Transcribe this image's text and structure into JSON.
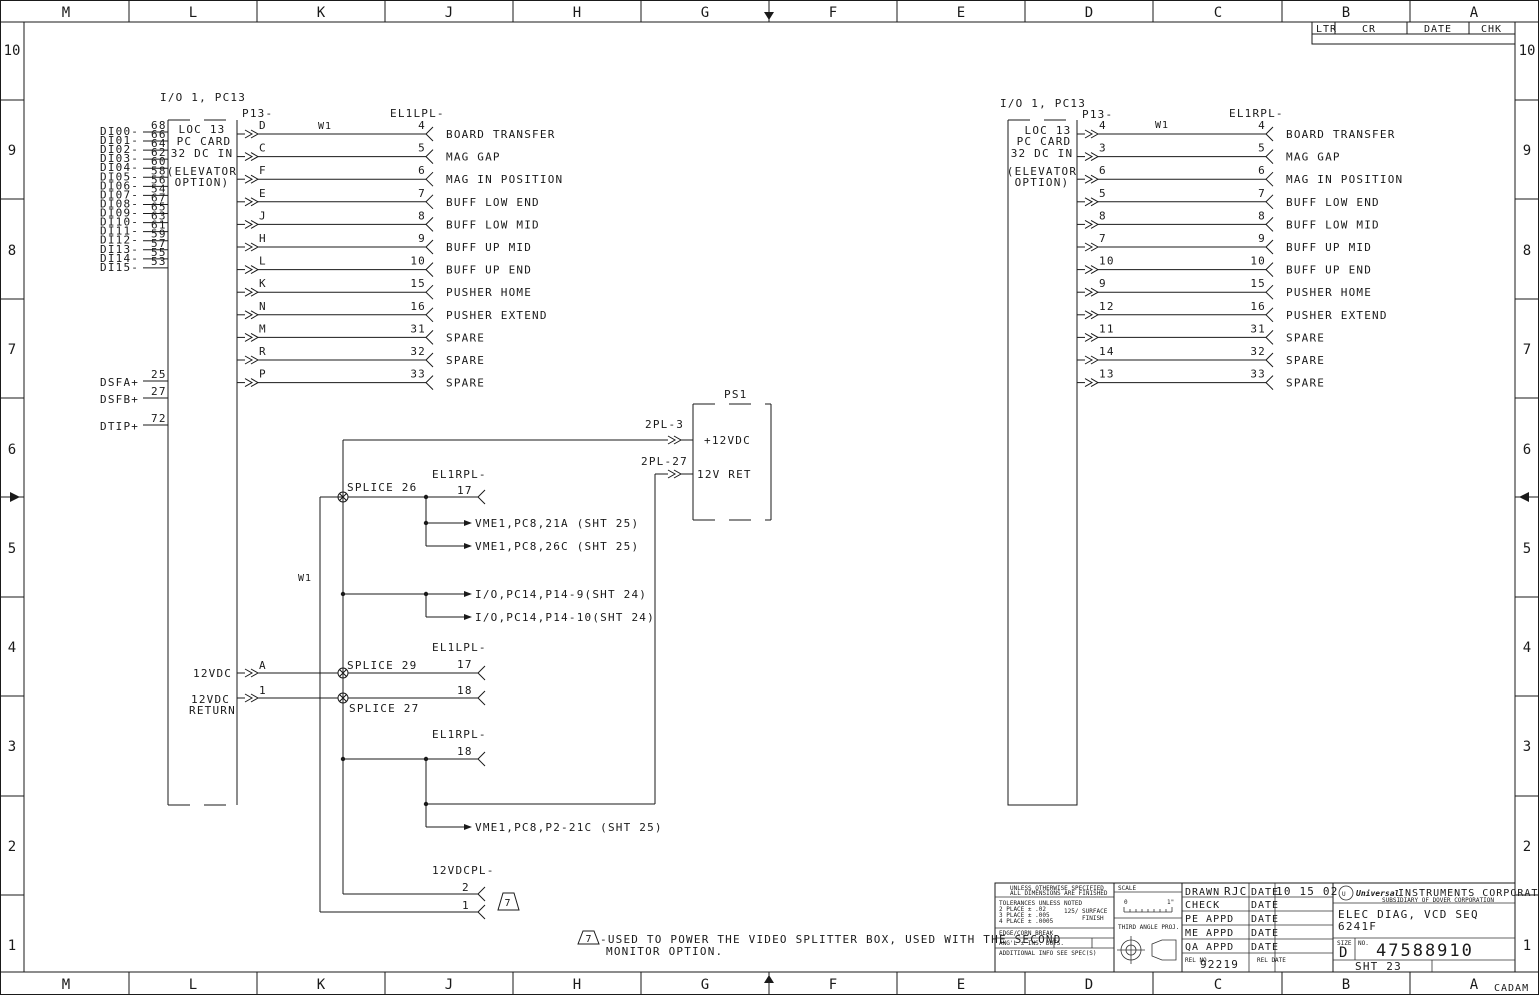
{
  "frame": {
    "columns": [
      "M",
      "L",
      "K",
      "J",
      "H",
      "G",
      "F",
      "E",
      "D",
      "C",
      "B",
      "A"
    ],
    "rows": [
      "10",
      "9",
      "8",
      "7",
      "6",
      "5",
      "4",
      "3",
      "2",
      "1"
    ]
  },
  "revision_block": {
    "ltr": "LTR",
    "cr": "CR",
    "date": "DATE",
    "chk": "CHK"
  },
  "left_block": {
    "header": "I/O 1, PC13",
    "conn": "P13-",
    "card_lines": [
      "LOC 13",
      "PC CARD",
      "32 DC IN",
      "(ELEVATOR",
      "OPTION)"
    ],
    "wire": "W1",
    "target_conn": "EL1LPL-",
    "di_signals": [
      {
        "name": "DI00-",
        "pin": "68"
      },
      {
        "name": "DI01-",
        "pin": "66"
      },
      {
        "name": "DI02-",
        "pin": "64"
      },
      {
        "name": "DI03-",
        "pin": "62"
      },
      {
        "name": "DI04-",
        "pin": "60"
      },
      {
        "name": "DI05-",
        "pin": "58"
      },
      {
        "name": "DI06-",
        "pin": "56"
      },
      {
        "name": "DI07-",
        "pin": "54"
      },
      {
        "name": "DI08-",
        "pin": "67"
      },
      {
        "name": "DI09-",
        "pin": "65"
      },
      {
        "name": "DI10-",
        "pin": "63"
      },
      {
        "name": "DI11-",
        "pin": "61"
      },
      {
        "name": "DI12-",
        "pin": "59"
      },
      {
        "name": "DI13-",
        "pin": "57"
      },
      {
        "name": "DI14-",
        "pin": "55"
      },
      {
        "name": "DI15-",
        "pin": "53"
      }
    ],
    "ds_signals": [
      {
        "name": "DSFA+",
        "pin": "25"
      },
      {
        "name": "DSFB+",
        "pin": "27"
      },
      {
        "name": "DTIP+",
        "pin": "72"
      }
    ],
    "wires": [
      {
        "src": "D",
        "dst": "4",
        "label": "BOARD TRANSFER"
      },
      {
        "src": "C",
        "dst": "5",
        "label": "MAG GAP"
      },
      {
        "src": "F",
        "dst": "6",
        "label": "MAG IN POSITION"
      },
      {
        "src": "E",
        "dst": "7",
        "label": "BUFF LOW END"
      },
      {
        "src": "J",
        "dst": "8",
        "label": "BUFF LOW MID"
      },
      {
        "src": "H",
        "dst": "9",
        "label": "BUFF UP MID"
      },
      {
        "src": "L",
        "dst": "10",
        "label": "BUFF UP END"
      },
      {
        "src": "K",
        "dst": "15",
        "label": "PUSHER HOME"
      },
      {
        "src": "N",
        "dst": "16",
        "label": "PUSHER EXTEND"
      },
      {
        "src": "M",
        "dst": "31",
        "label": "SPARE"
      },
      {
        "src": "R",
        "dst": "32",
        "label": "SPARE"
      },
      {
        "src": "P",
        "dst": "33",
        "label": "SPARE"
      }
    ],
    "power_12vdc": "12VDC",
    "power_12vdc_pin": "A",
    "power_return": [
      "12VDC",
      "RETURN"
    ],
    "power_return_pin": "1"
  },
  "right_block": {
    "header": "I/O 1, PC13",
    "conn": "P13-",
    "card_lines": [
      "LOC 13",
      "PC CARD",
      "32 DC IN",
      "(ELEVATOR",
      "OPTION)"
    ],
    "wire": "W1",
    "target_conn": "EL1RPL-",
    "wires": [
      {
        "src": "4",
        "dst": "4",
        "label": "BOARD TRANSFER"
      },
      {
        "src": "3",
        "dst": "5",
        "label": "MAG GAP"
      },
      {
        "src": "6",
        "dst": "6",
        "label": "MAG IN POSITION"
      },
      {
        "src": "5",
        "dst": "7",
        "label": "BUFF LOW END"
      },
      {
        "src": "8",
        "dst": "8",
        "label": "BUFF LOW MID"
      },
      {
        "src": "7",
        "dst": "9",
        "label": "BUFF UP MID"
      },
      {
        "src": "10",
        "dst": "10",
        "label": "BUFF UP END"
      },
      {
        "src": "9",
        "dst": "15",
        "label": "PUSHER HOME"
      },
      {
        "src": "12",
        "dst": "16",
        "label": "PUSHER EXTEND"
      },
      {
        "src": "11",
        "dst": "31",
        "label": "SPARE"
      },
      {
        "src": "14",
        "dst": "32",
        "label": "SPARE"
      },
      {
        "src": "13",
        "dst": "33",
        "label": "SPARE"
      }
    ]
  },
  "power_network": {
    "ps_name": "PS1",
    "ps_pos": "+12VDC",
    "ps_ret": "12V RET",
    "ps_pos_conn": "2PL-3",
    "ps_ret_conn": "2PL-27",
    "w1": "W1",
    "splice26": "SPLICE 26",
    "splice29": "SPLICE 29",
    "splice27": "SPLICE 27",
    "el1rpl_a": "EL1RPL-",
    "el1rpl_a_pin": "17",
    "vme_a": "VME1,PC8,21A (SHT 25)",
    "vme_b": "VME1,PC8,26C (SHT 25)",
    "io_a": "I/O,PC14,P14-9(SHT 24)",
    "io_b": "I/O,PC14,P14-10(SHT 24)",
    "el1lpl": "EL1LPL-",
    "el1lpl_pin17": "17",
    "el1lpl_pin18": "18",
    "el1rpl_b": "EL1RPL-",
    "el1rpl_b_pin": "18",
    "vme_c": "VME1,PC8,P2-21C (SHT 25)",
    "conn12": "12VDCPL-",
    "conn12_pin2": "2",
    "conn12_pin1": "1",
    "note_flag": "7"
  },
  "note": {
    "flag": "7",
    "line1": "-USED TO POWER THE VIDEO SPLITTER BOX, USED WITH THE SECOND",
    "line2": "MONITOR OPTION."
  },
  "title_block": {
    "spec_l1": "UNLESS OTHERWISE SPECIFIED",
    "spec_l2": "ALL DIMENSIONS ARE FINISHED",
    "tol_l1": "TOLERANCES UNLESS NOTED",
    "tol_l2": "2 PLACE ± .02",
    "tol_l3": "3 PLACE ± .005",
    "tol_l4": "4 PLACE ± .0005",
    "surf": "125/ SURFACE",
    "finish": "FINISH",
    "edge": "EDGE/CORN BREAK",
    "angles": "ANG'L ±  INS.    DUTS.",
    "addl": "ADDITIONAL INFO SEE SPEC(S)",
    "scale": "SCALE",
    "scale_0": "0",
    "scale_1": "1\"",
    "third_angle": "THIRD ANGLE PROJ.",
    "drawn": "DRAWN",
    "drawn_by": "RJC",
    "date_lbl": "DATE",
    "drawn_date": "10 15 02",
    "check": "CHECK",
    "pe_appd": "PE APPD",
    "me_appd": "ME APPD",
    "qa_appd": "QA APPD",
    "rel_no_lbl": "REL NO.",
    "rel_no": "92219",
    "rel_date": "REL DATE",
    "company_brand": "Universal",
    "company_rest": "INSTRUMENTS CORPORATION",
    "subsidiary": "SUBSIDIARY OF DOVER CORPORATION",
    "title1": "ELEC DIAG, VCD SEQ",
    "title2": "6241F",
    "size_lbl": "SIZE",
    "size": "D",
    "no_lbl": "NO.",
    "number": "47588910",
    "sheet": "SHT 23",
    "cadam": "CADAM"
  }
}
